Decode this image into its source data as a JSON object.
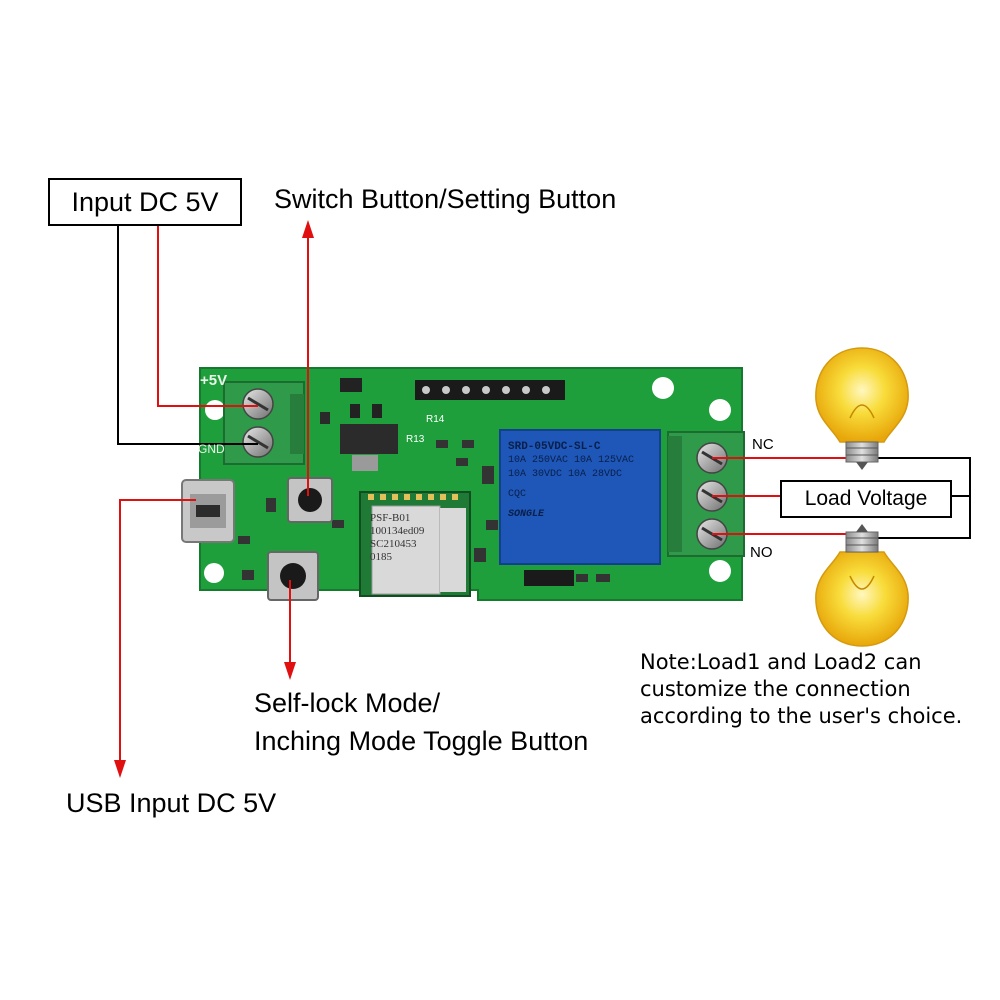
{
  "labels": {
    "input_dc": "Input DC 5V",
    "switch_button": "Switch Button/Setting Button",
    "self_lock_line1": "Self-lock Mode/",
    "self_lock_line2": "Inching Mode Toggle Button",
    "usb_input": "USB Input DC 5V",
    "load_voltage": "Load Voltage",
    "nc": "NC",
    "no": "NO",
    "note_line1": "Note:Load1 and Load2 can",
    "note_line2": "customize the connection",
    "note_line3": "according to the user's choice."
  },
  "board": {
    "plus5v": "+5V",
    "gnd": "GND",
    "r14": "R14",
    "r13": "R13",
    "module_line1": "PSF-B01",
    "module_line2": "100134ed09",
    "module_line3": "SC210453",
    "module_line4": "0185",
    "relay_line1": "SRD-05VDC-SL-C",
    "relay_line2": "10A 250VAC  10A 125VAC",
    "relay_line3": "10A 30VDC  10A 28VDC",
    "relay_brand": "SONGLE",
    "relay_cqc": "CQC"
  },
  "colors": {
    "board_green": "#1f9e3c",
    "terminal_green": "#2f9a4a",
    "arrow_red": "#e01010",
    "relay_blue": "#1e57b8",
    "bulb_yellow": "#f5d020"
  }
}
